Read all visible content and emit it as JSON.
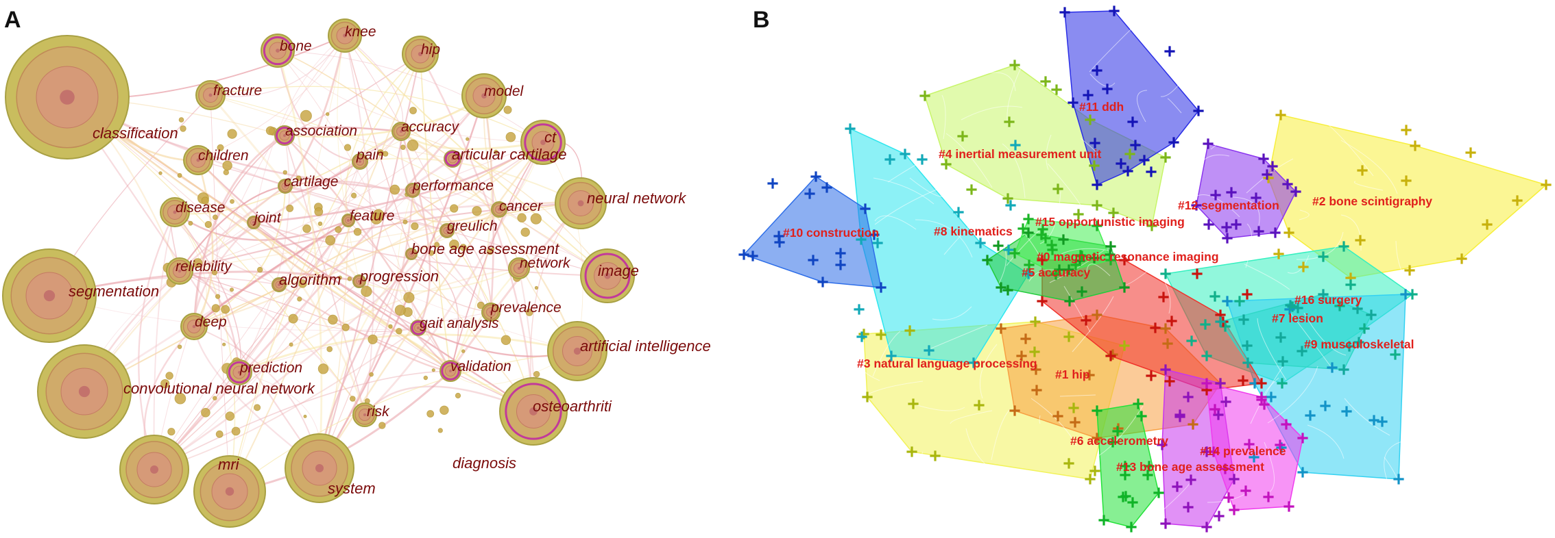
{
  "panel_a": {
    "letter": "A",
    "keywords": {
      "classification": "classification",
      "segmentation": "segmentation",
      "cnn": "convolutional neural network",
      "mri": "mri",
      "system": "system",
      "diagnosis": "diagnosis",
      "osteoarthriti": "osteoarthriti",
      "ai": "artificial intelligence",
      "image": "image",
      "neural_network": "neural network",
      "ct": "ct",
      "model": "model",
      "hip": "hip",
      "knee": "knee",
      "bone": "bone",
      "fracture": "fracture",
      "children": "children",
      "disease": "disease",
      "reliability": "reliability",
      "deep": "deep",
      "prediction": "prediction",
      "association": "association",
      "accuracy": "accuracy",
      "articular_cartilage": "articular cartilage",
      "pain": "pain",
      "cartilage": "cartilage",
      "performance": "performance",
      "cancer": "cancer",
      "feature": "feature",
      "joint": "joint",
      "greulich": "greulich",
      "bone_age": "bone age assessment",
      "network": "network",
      "algorithm": "algorithm",
      "progression": "progression",
      "prevalence": "prevalence",
      "gait": "gait analysis",
      "validation": "validation",
      "risk": "risk"
    }
  },
  "panel_b": {
    "letter": "B",
    "clusters": {
      "c0": "#0 magnetic resonance imaging",
      "c1": "#1 hip",
      "c2": "#2 bone scintigraphy",
      "c3": "#3 natural language processing",
      "c4": "#4 inertial measurement unit",
      "c5": "#5 accuracy",
      "c6": "#6 accelerometry",
      "c7": "#7 lesion",
      "c8": "#8 kinematics",
      "c9": "#9 musculoskeletal",
      "c10": "#10 construction",
      "c11": "#11 ddh",
      "c12": "#12 segmentation",
      "c13": "#13 bone age assessment",
      "c14": "#14 prevalence",
      "c15": "#15 opportunistic imaging",
      "c16": "#16 surgery"
    },
    "colors": {
      "c0": "#f0322a",
      "c1": "#f7a043",
      "c2": "#f7ef3c",
      "c3": "#f2f35a",
      "c4": "#c8f56a",
      "c5": "#22cc3c",
      "c6": "#24e23a",
      "c7": "#36f0c0",
      "c8": "#2ee6ee",
      "c9": "#34d2f2",
      "c10": "#2e6ee8",
      "c11": "#2a2ee6",
      "c12": "#8a34ee",
      "c13": "#c836ee",
      "c14": "#f03cee",
      "c15": "#44ee52",
      "c16": "#30d8c8"
    }
  }
}
